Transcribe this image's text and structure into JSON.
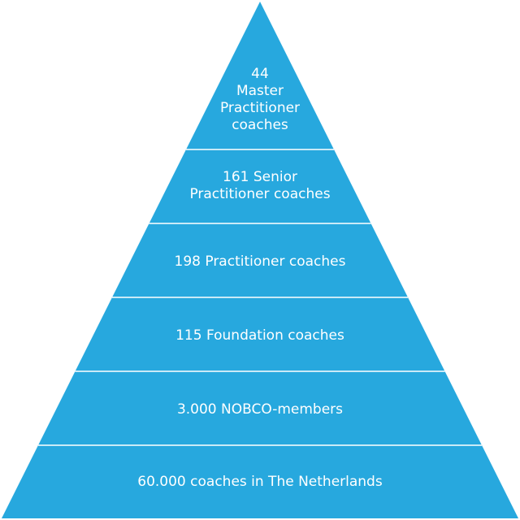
{
  "colors": {
    "fill": "#27a8de",
    "divider": "#ffffff",
    "text": "#ffffff",
    "background": "#ffffff"
  },
  "pyramid": {
    "levels": [
      {
        "label": "44\nMaster\nPractitioner\ncoaches"
      },
      {
        "label": "161 Senior\nPractitioner coaches"
      },
      {
        "label": "198 Practitioner coaches"
      },
      {
        "label": "115 Foundation coaches"
      },
      {
        "label": "3.000 NOBCO-members"
      },
      {
        "label": "60.000 coaches in The Netherlands"
      }
    ]
  }
}
